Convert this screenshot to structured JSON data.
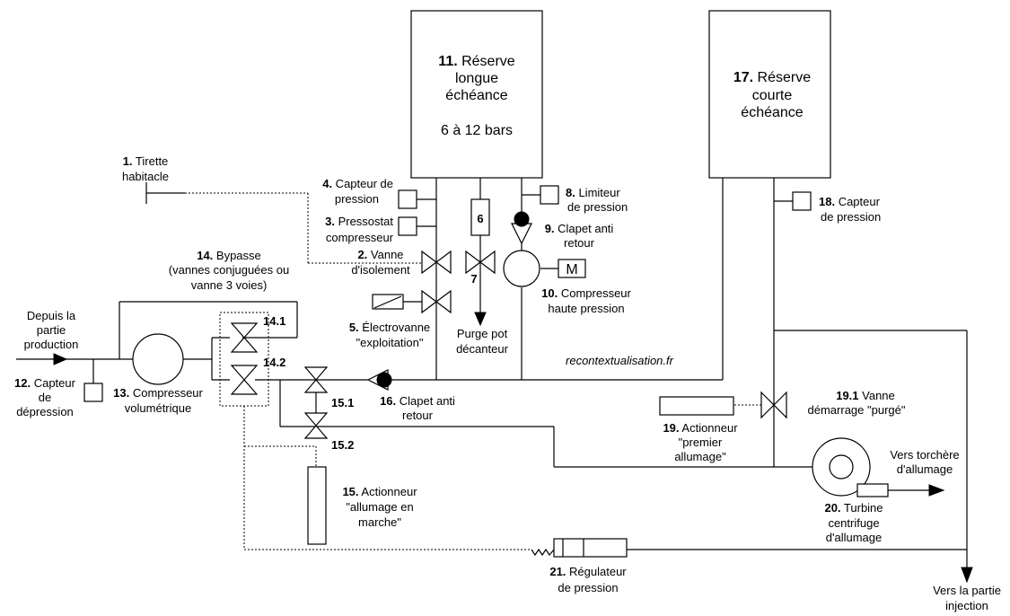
{
  "diagram": {
    "labels": {
      "l1": {
        "num": "1.",
        "lines": [
          " Tirette",
          "habitacle"
        ]
      },
      "l2": {
        "num": "2.",
        "lines": [
          " Vanne",
          "d'isolement"
        ]
      },
      "l3": {
        "num": "3.",
        "lines": [
          " Pressostat",
          "compresseur"
        ]
      },
      "l4": {
        "num": "4.",
        "lines": [
          " Capteur de",
          "pression"
        ]
      },
      "l5": {
        "num": "5.",
        "lines": [
          " Électrovanne",
          "\"exploitation\""
        ]
      },
      "l6": {
        "num": "6"
      },
      "l7": {
        "num": "7"
      },
      "l7purge": {
        "lines": [
          "Purge pot",
          "décanteur"
        ]
      },
      "l8": {
        "num": "8.",
        "lines": [
          " Limiteur",
          "de pression"
        ]
      },
      "l9": {
        "num": "9.",
        "lines": [
          " Clapet anti",
          "retour"
        ]
      },
      "l10": {
        "num": "10.",
        "lines": [
          " Compresseur",
          "haute pression"
        ]
      },
      "l11": {
        "num": "11.",
        "lines": [
          " Réserve",
          "longue",
          "échéance",
          "6 à 12 bars"
        ]
      },
      "l12": {
        "num": "12.",
        "lines": [
          " Capteur",
          "de",
          "dépression"
        ]
      },
      "l13": {
        "num": "13.",
        "lines": [
          " Compresseur",
          "volumétrique"
        ]
      },
      "l14": {
        "num": "14.",
        "lines": [
          " Bypasse",
          "(vannes conjuguées ou",
          "vanne 3 voies)"
        ]
      },
      "l141": {
        "num": "14.1"
      },
      "l142": {
        "num": "14.2"
      },
      "l15": {
        "num": "15.",
        "lines": [
          " Actionneur",
          "\"allumage en",
          "marche\""
        ]
      },
      "l151": {
        "num": "15.1"
      },
      "l152": {
        "num": "15.2"
      },
      "l16": {
        "num": "16.",
        "lines": [
          " Clapet anti",
          "retour"
        ]
      },
      "l17": {
        "num": "17.",
        "lines": [
          " Réserve",
          "courte",
          "échéance"
        ]
      },
      "l18": {
        "num": "18.",
        "lines": [
          " Capteur",
          "de pression"
        ]
      },
      "l19": {
        "num": "19.",
        "lines": [
          " Actionneur",
          "\"premier",
          "allumage\""
        ]
      },
      "l191": {
        "num": "19.1",
        "lines": [
          " Vanne",
          "démarrage \"purgé\""
        ]
      },
      "l20": {
        "num": "20.",
        "lines": [
          " Turbine",
          "centrifuge",
          "d'allumage"
        ]
      },
      "l21": {
        "num": "21.",
        "lines": [
          " Régulateur",
          "de pression"
        ]
      },
      "motor": "M",
      "inflow": [
        "Depuis la",
        "partie",
        "production"
      ],
      "torch": [
        "Vers torchère",
        "d'allumage"
      ],
      "inject": [
        "Vers la partie",
        "injection"
      ],
      "watermark": "recontextualisation.fr"
    }
  }
}
